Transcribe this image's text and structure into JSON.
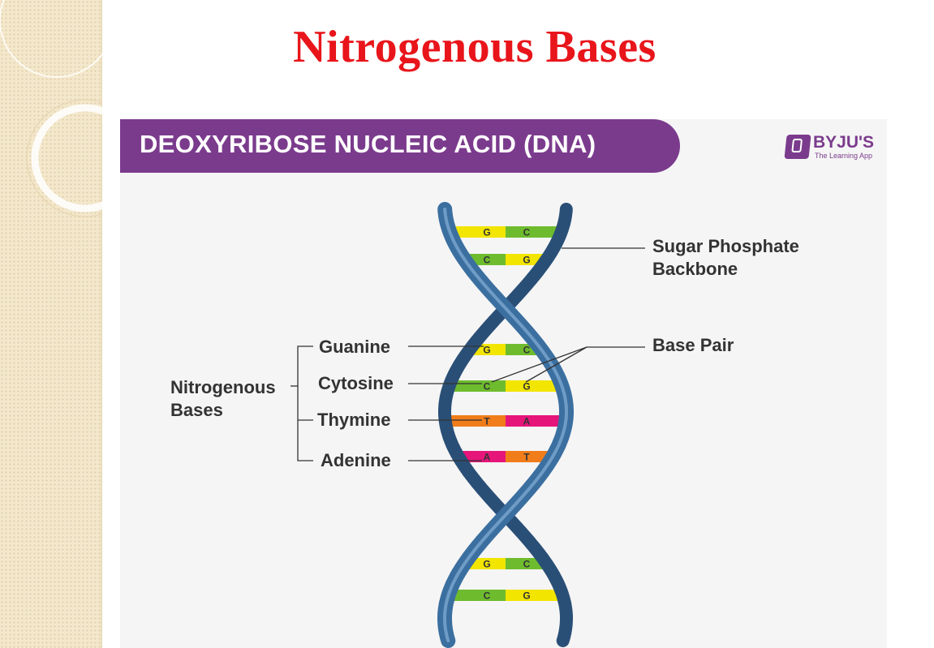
{
  "slide": {
    "title": "Nitrogenous Bases"
  },
  "diagram": {
    "heading": "DEOXYRIBOSE NUCLEIC ACID (DNA)",
    "brand": {
      "name": "BYJU'S",
      "tagline": "The Learning App"
    },
    "labels": {
      "backbone_line1": "Sugar Phosphate",
      "backbone_line2": "Backbone",
      "base_pair": "Base Pair",
      "group_line1": "Nitrogenous",
      "group_line2": "Bases",
      "guanine": "Guanine",
      "cytosine": "Cytosine",
      "thymine": "Thymine",
      "adenine": "Adenine"
    },
    "base_pairs": [
      {
        "left": "G",
        "right": "C"
      },
      {
        "left": "C",
        "right": "G"
      },
      {
        "left": "G",
        "right": "C"
      },
      {
        "left": "C",
        "right": "G"
      },
      {
        "left": "T",
        "right": "A"
      },
      {
        "left": "A",
        "right": "T"
      },
      {
        "left": "G",
        "right": "C"
      },
      {
        "left": "C",
        "right": "G"
      }
    ],
    "colors": {
      "G": "#f2e500",
      "C": "#6ebc2e",
      "T": "#f07d1a",
      "A": "#e6157a",
      "strand": "#3b6fa0",
      "strand_dark": "#2a4f77",
      "banner": "#7b3b8d",
      "title": "#e8151b"
    }
  }
}
